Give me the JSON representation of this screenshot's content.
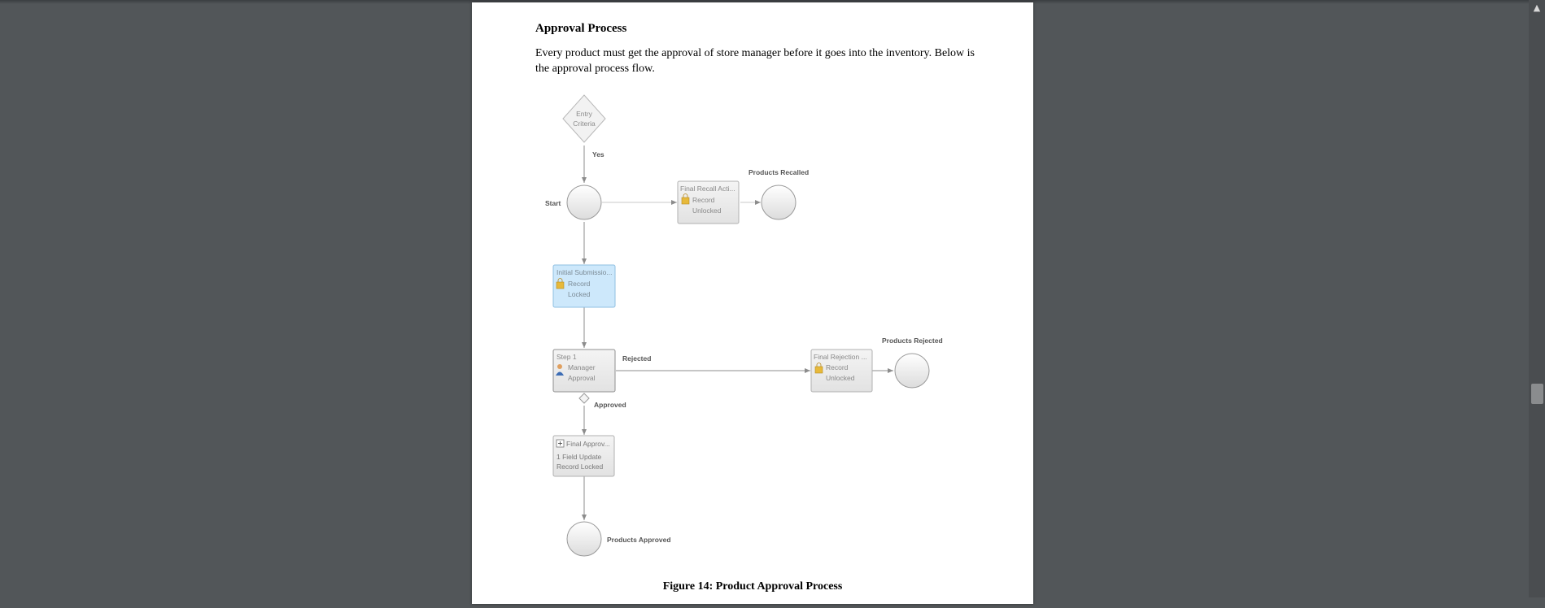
{
  "document": {
    "heading": "Approval Process",
    "paragraph": "Every product must get the approval of store manager before it goes into the inventory. Below is the approval process flow.",
    "caption": "Figure 14:  Product Approval Process"
  },
  "diagram": {
    "entry_criteria": [
      "Entry",
      "Criteria"
    ],
    "label_yes": "Yes",
    "label_start": "Start",
    "recall_box": {
      "title": "Final Recall Acti...",
      "line1": "Record",
      "line2": "Unlocked"
    },
    "label_products_recalled": "Products Recalled",
    "initial_submission_box": {
      "title": "Initial Submissio...",
      "line1": "Record",
      "line2": "Locked"
    },
    "step1_box": {
      "title": "Step 1",
      "line1": "Manager",
      "line2": "Approval"
    },
    "label_rejected": "Rejected",
    "rejection_box": {
      "title": "Final Rejection ...",
      "line1": "Record",
      "line2": "Unlocked"
    },
    "label_products_rejected": "Products Rejected",
    "label_approved": "Approved",
    "final_approval_box": {
      "title": "Final Approv...",
      "line1": "1 Field Update",
      "line2": "Record Locked"
    },
    "label_products_approved": "Products Approved",
    "colors": {
      "node_gray": "#ececec",
      "node_border": "#a8a8a8",
      "initial_submission_fill": "#cde8fb",
      "initial_submission_border": "#8fbfe2",
      "line": "#8c8c8c"
    }
  }
}
